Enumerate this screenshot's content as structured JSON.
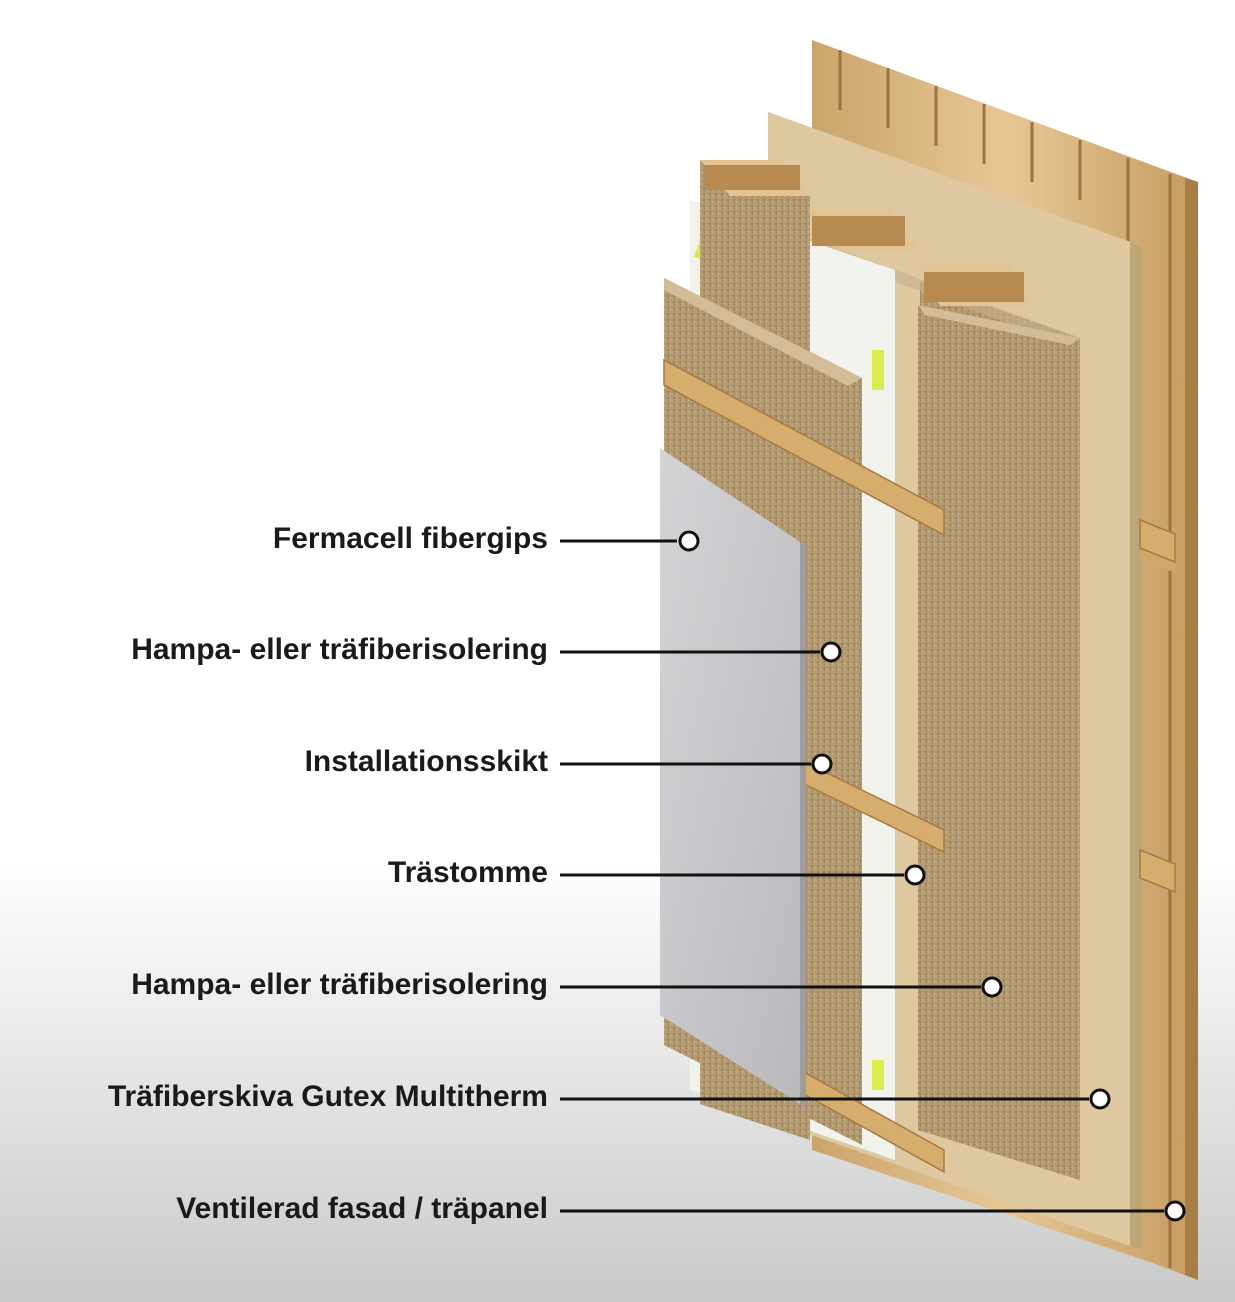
{
  "labels": [
    "Fermacell fibergips",
    "Hampa- eller träfiberisolering",
    "Installationsskikt",
    "Trästomme",
    "Hampa- eller träfiberisolering",
    "Träfiberskiva Gutex Multitherm",
    "Ventilerad fasad / träpanel"
  ],
  "colors": {
    "wood_light": "#e2c391",
    "wood_dark": "#b98a4f",
    "board": "#ddc8a0",
    "fiber": "#b49a72",
    "fiber_light": "#c7b08a",
    "gypsum": "#c9c9cc",
    "membrane": "#f1f2ec",
    "accent_print": "#d8ec3c",
    "leader": "#111111"
  }
}
